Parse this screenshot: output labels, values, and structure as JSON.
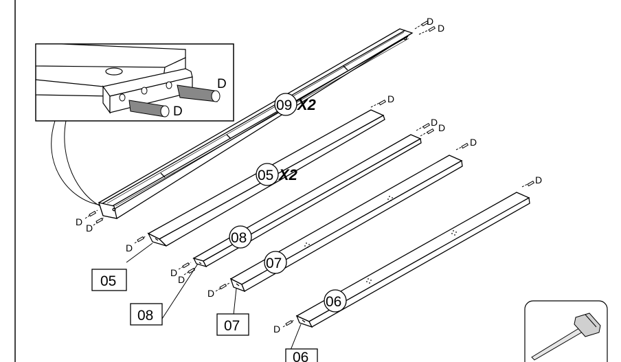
{
  "diagram": {
    "parts": [
      {
        "id": "09",
        "qty": "X2"
      },
      {
        "id": "05",
        "qty": "X2"
      },
      {
        "id": "08",
        "qty": ""
      },
      {
        "id": "07",
        "qty": ""
      },
      {
        "id": "06",
        "qty": ""
      }
    ],
    "part_boxes": [
      "05",
      "08",
      "07",
      "06"
    ],
    "dowel_label": "D",
    "detail_labels": [
      "D",
      "D"
    ],
    "tool": "hammer-icon"
  }
}
